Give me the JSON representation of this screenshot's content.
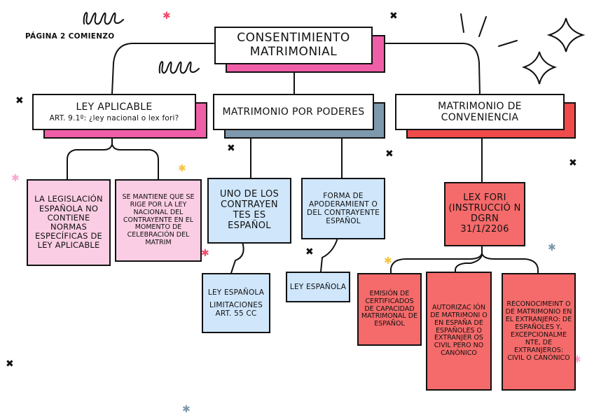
{
  "page_label": "PÁGINA 2 COMIENZO",
  "title": "CONSENTIMIENTO MATRIMONIAL",
  "branches": {
    "ley_aplicable": {
      "heading": "LEY APLICABLE",
      "subheading": "ART. 9.1º: ¿ley nacional o lex fori?",
      "children": [
        "LA LEGISLACIÓN ESPAÑOLA NO CONTIENE NORMAS ESPECÍFICAS DE LEY APLICABLE",
        "SE MANTIENE QUE SE RIGE POR LA LEY NACIONAL DEL CONTRAYENTE EN EL MOMENTO DE CELEBRACIÓN DEL MATRIM"
      ]
    },
    "poderes": {
      "heading": "MATRIMONIO POR PODERES",
      "left_child": "UNO DE LOS CONTRAYEN TES ES ESPAÑOL",
      "left_leaf_line1": "LEY ESPAÑOLA",
      "left_leaf_line2": "LIMITACIONES ART. 55 CC",
      "right_child": "FORMA DE APODERAMIENT O DEL CONTRAYENTE ESPAÑOL",
      "right_leaf": "LEY ESPAÑOLA"
    },
    "conveniencia": {
      "heading": "MATRIMONIO DE CONVENIENCIA",
      "child": "LEX FORI (INSTRUCCIÓ N DGRN 31/1/2206",
      "leaves": [
        "EMISIÓN DE CERTIFICADOS DE CAPACIDAD MATRIMONAL DE ESPAÑOL",
        "AUTORIZAC IÓN DE MATRIMONI O EN ESPAÑA DE ESPAÑOLES O EXTRANJER OS CIVIL PERO NO CANÓNICO",
        "RECONOCIMEINT O DE MATRIMONIO EN EL EXTRANJERO: DE ESPAÑOLES Y, EXCEPCIONALME NTE, DE EXTRANJEROS: CIVIL O CANÓNICO"
      ]
    }
  },
  "colors": {
    "pink_shadow": "#ef5fa7",
    "blue_shadow": "#7e99ad",
    "red_shadow": "#f04a4a",
    "pink_fill": "#fbcde4",
    "blue_fill": "#cfe6fb",
    "red_fill": "#f56a6a"
  }
}
